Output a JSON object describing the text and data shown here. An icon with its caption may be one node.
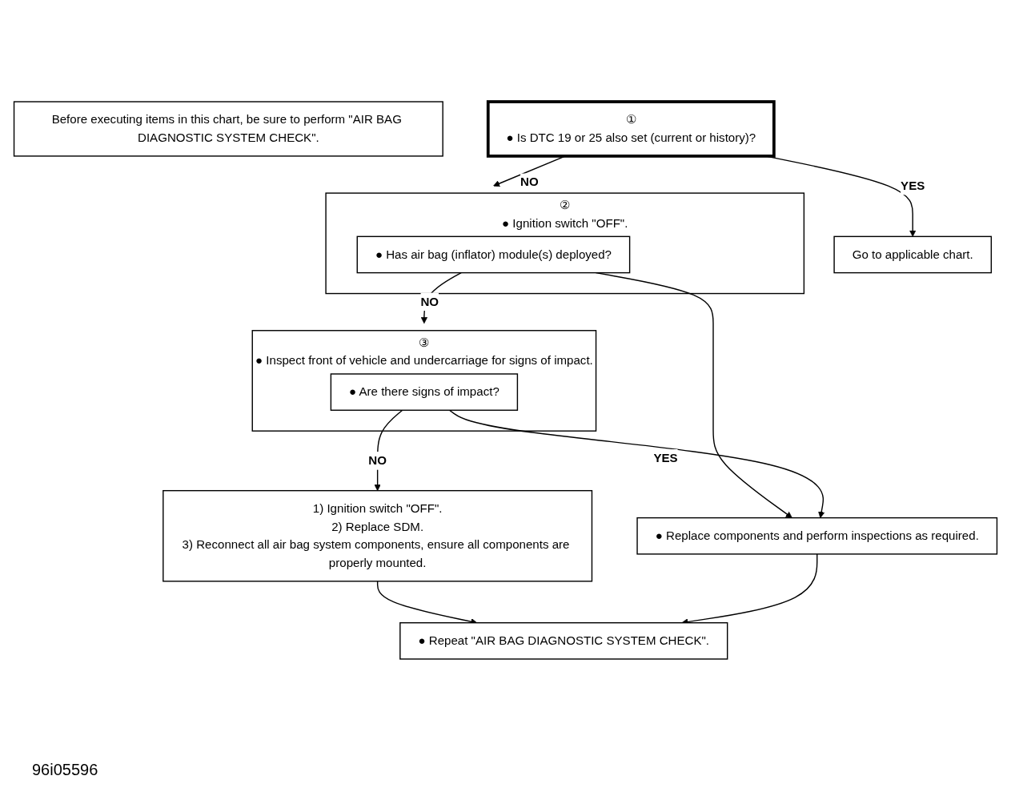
{
  "diagram": {
    "nodes": [
      {
        "text": [
          "Before executing items in this chart, be sure to perform \"AIR BAG DIAGNOSTIC SYSTEM CHECK\"."
        ]
      },
      {
        "text": [
          "①",
          "● Is DTC 19 or 25 also set (current or history)?"
        ]
      },
      {
        "text": [
          "Go to applicable chart."
        ]
      },
      {
        "text": [
          "②",
          "● Ignition switch \"OFF\"."
        ]
      },
      {
        "text": [
          "● Has air bag (inflator) module(s) deployed?"
        ],
        "in": 3
      },
      {
        "text": [
          "③",
          "● Inspect front of vehicle and undercarriage for signs of impact."
        ]
      },
      {
        "text": [
          "● Are there signs of impact?"
        ],
        "in": 5
      },
      {
        "text": [
          "1) Ignition switch \"OFF\".",
          "2) Replace SDM.",
          "3) Reconnect all air bag system components, ensure all components are properly mounted."
        ]
      },
      {
        "text": [
          "● Replace components and perform inspections as required."
        ]
      },
      {
        "text": [
          "● Repeat \"AIR BAG DIAGNOSTIC SYSTEM CHECK\"."
        ]
      }
    ],
    "edges": [
      {
        "from": 1,
        "to": 3,
        "arrow": "to",
        "label": "NO"
      },
      {
        "from": 1,
        "to": 2,
        "arrow": "to",
        "label": "YES"
      },
      {
        "from": 4,
        "to": 5,
        "arrow": "to",
        "label": "NO"
      },
      {
        "from": 4,
        "to": 8,
        "arrow": "to"
      },
      {
        "from": 6,
        "to": 7,
        "arrow": "to",
        "label": "NO"
      },
      {
        "from": 6,
        "to": 8,
        "arrow": "to",
        "label": "YES"
      },
      {
        "from": 7,
        "to": 9,
        "arrow": "to"
      },
      {
        "from": 8,
        "to": 9,
        "arrow": "to"
      }
    ],
    "labels": [
      "96i05596"
    ]
  }
}
